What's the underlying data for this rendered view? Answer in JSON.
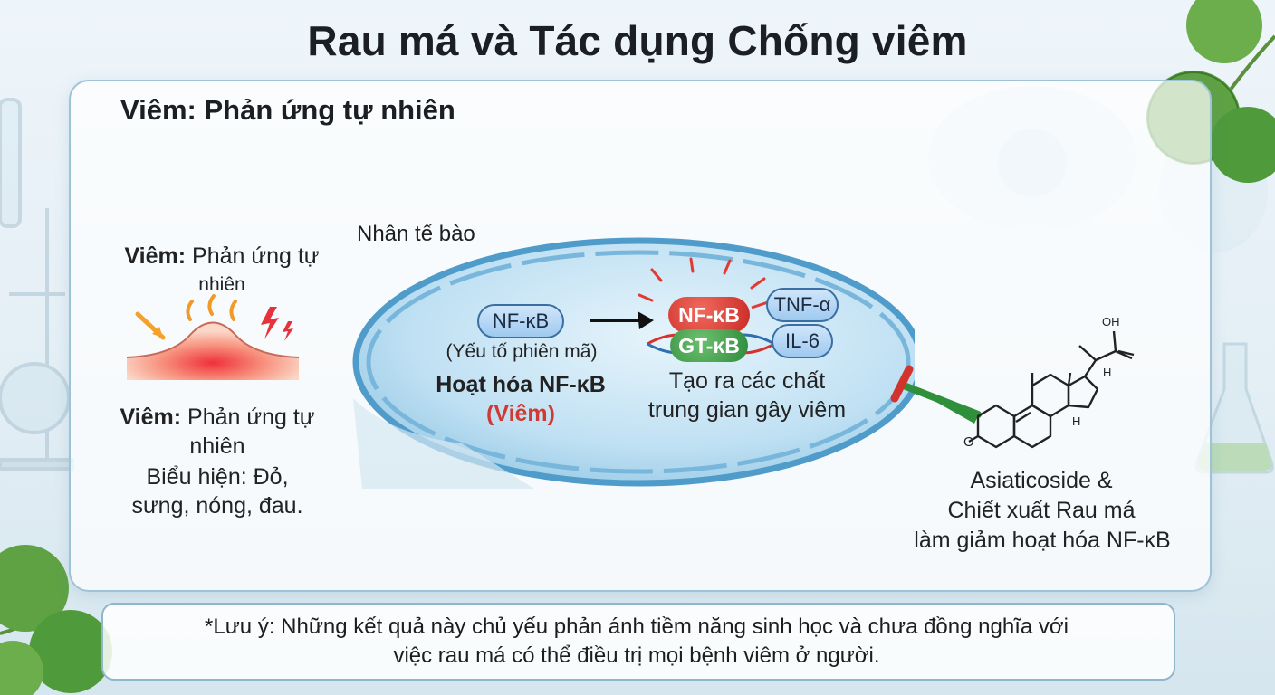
{
  "title": "Rau má và Tác dụng Chống viêm",
  "section_heading": "Viêm: Phản ứng tự nhiên",
  "left_panel": {
    "top_bold": "Viêm:",
    "top_rest": "Phản ứng tự",
    "top_line2": "nhiên",
    "bottom_bold": "Viêm:",
    "bottom_rest": "Phản ứng tự",
    "bottom_line2": "nhiên",
    "bottom_line3": "Biểu hiện: Đỏ,",
    "bottom_line4": "sưng, nóng, đau."
  },
  "nucleus": {
    "label": "Nhân tế bào",
    "nfkb_pill": "NF-κB",
    "transcription_factor": "(Yếu tố phiên mã)",
    "activation": "Hoạt hóa NF-κB",
    "inflammation": "(Viêm)",
    "active_nfkb": "NF-κB",
    "gt_kb": "GT-κB",
    "tnf": "TNF-α",
    "il6": "IL-6",
    "mediators_line1": "Tạo ra các chất",
    "mediators_line2": "trung gian gây viêm"
  },
  "molecule": {
    "oh_label": "OH",
    "h_top": "H",
    "h_bottom": "H",
    "o_label": "O"
  },
  "right_panel": {
    "line1": "Asiaticoside &",
    "line2": "Chiết xuất Rau má",
    "line3": "làm giảm hoạt hóa NF-κB"
  },
  "note": {
    "line1": "*Lưu ý: Những kết quả này chủ yếu phản ánh tiềm năng sinh học và chưa đồng nghĩa với",
    "line2": "việc rau má có thể điều trị mọi bệnh viêm ở người."
  },
  "colors": {
    "nucleus_fill": "#bfe0f3",
    "nucleus_border": "#4f9ccb",
    "nfkb_red": "#d8302c",
    "gt_green": "#3c9a48",
    "inhibit_red": "#d0342c",
    "inhibit_green": "#2f8f3a",
    "leaf_green": "#4f9a3a"
  }
}
